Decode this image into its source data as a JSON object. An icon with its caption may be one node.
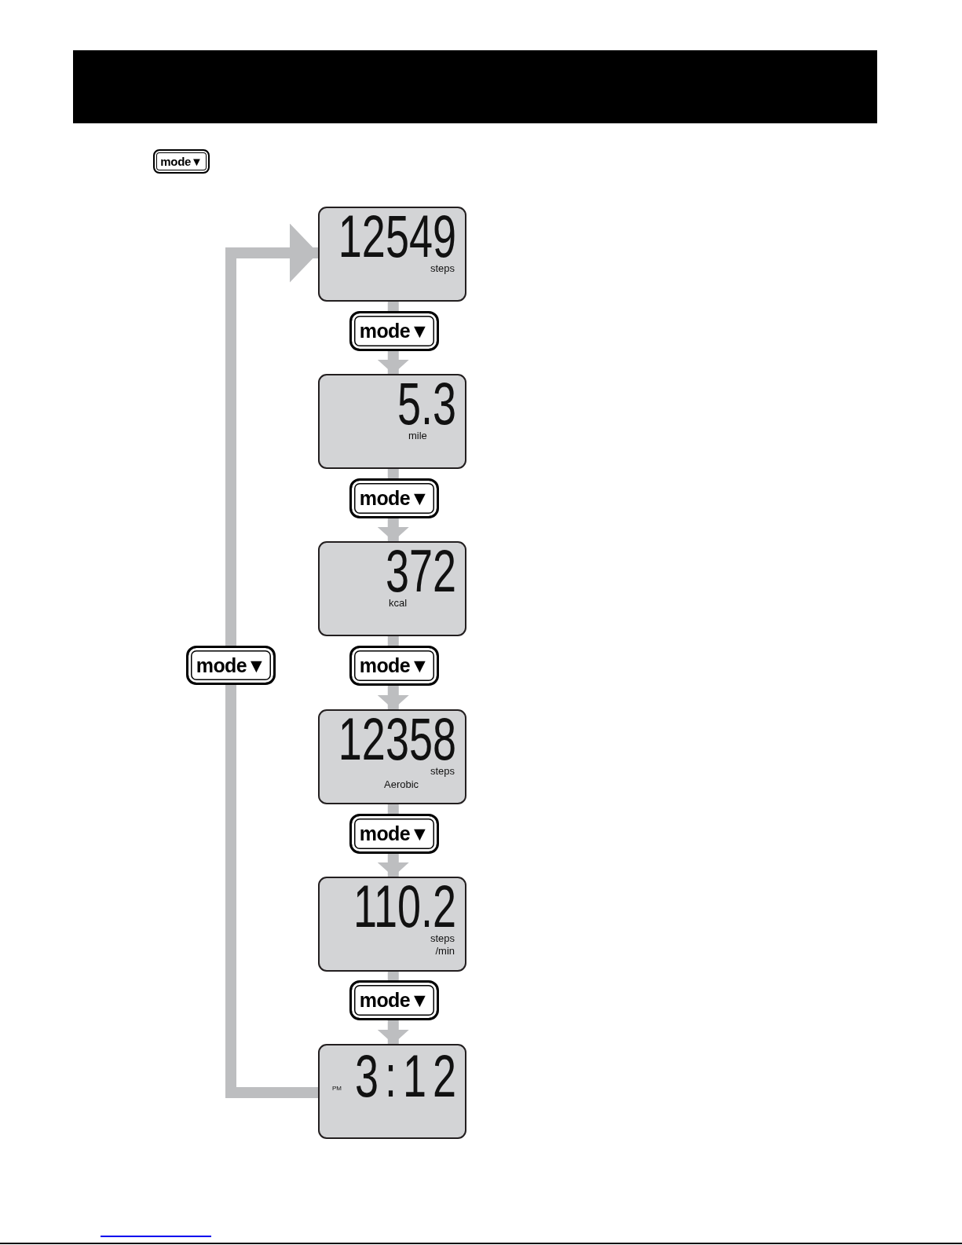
{
  "diagram": {
    "nodes": [
      {
        "text": [
          "mode▼"
        ]
      },
      {
        "text": [
          "12549",
          "steps"
        ]
      },
      {
        "text": [
          "mode▼"
        ]
      },
      {
        "text": [
          "5.3",
          "mile"
        ]
      },
      {
        "text": [
          "mode▼"
        ]
      },
      {
        "text": [
          "372",
          "kcal"
        ]
      },
      {
        "text": [
          "mode▼"
        ]
      },
      {
        "text": [
          "mode▼"
        ]
      },
      {
        "text": [
          "12358",
          "steps",
          "Aerobic"
        ]
      },
      {
        "text": [
          "mode▼"
        ]
      },
      {
        "text": [
          "110.2",
          "steps /min"
        ]
      },
      {
        "text": [
          "mode▼"
        ]
      },
      {
        "text": [
          "PM",
          "3:12"
        ]
      }
    ],
    "edges": [
      {
        "from": 1,
        "to": 2,
        "arrow": "none"
      },
      {
        "from": 2,
        "to": 3,
        "arrow": "to"
      },
      {
        "from": 3,
        "to": 4,
        "arrow": "none"
      },
      {
        "from": 4,
        "to": 5,
        "arrow": "to"
      },
      {
        "from": 5,
        "to": 7,
        "arrow": "none"
      },
      {
        "from": 7,
        "to": 8,
        "arrow": "to"
      },
      {
        "from": 8,
        "to": 9,
        "arrow": "none"
      },
      {
        "from": 9,
        "to": 10,
        "arrow": "to"
      },
      {
        "from": 10,
        "to": 11,
        "arrow": "none"
      },
      {
        "from": 11,
        "to": 12,
        "arrow": "to"
      },
      {
        "from": 12,
        "to": 6,
        "arrow": "none"
      },
      {
        "from": 6,
        "to": 1,
        "arrow": "to"
      }
    ]
  }
}
